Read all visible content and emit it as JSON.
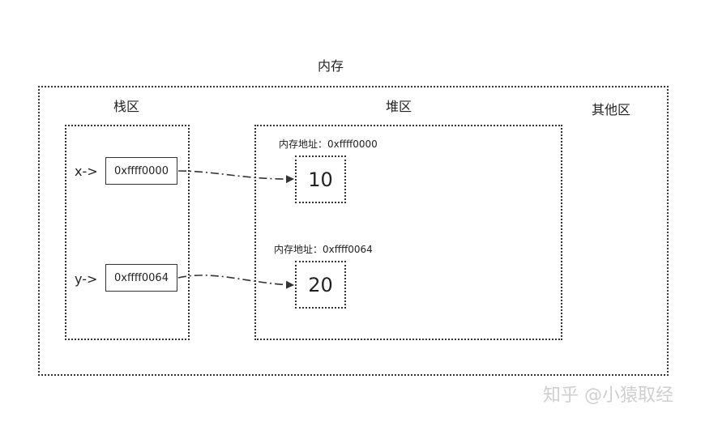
{
  "memory": {
    "title": "内存"
  },
  "stack": {
    "title": "栈区",
    "rows": [
      {
        "var_label": "x->",
        "address": "0xffff0000"
      },
      {
        "var_label": "y->",
        "address": "0xffff0064"
      }
    ]
  },
  "heap": {
    "title": "堆区",
    "cells": [
      {
        "address_caption": "内存地址：0xffff0000",
        "value": "10"
      },
      {
        "address_caption": "内存地址：0xffff0064",
        "value": "20"
      }
    ]
  },
  "other": {
    "title": "其他区"
  },
  "watermark": {
    "text": "知乎 @小猿取经"
  }
}
